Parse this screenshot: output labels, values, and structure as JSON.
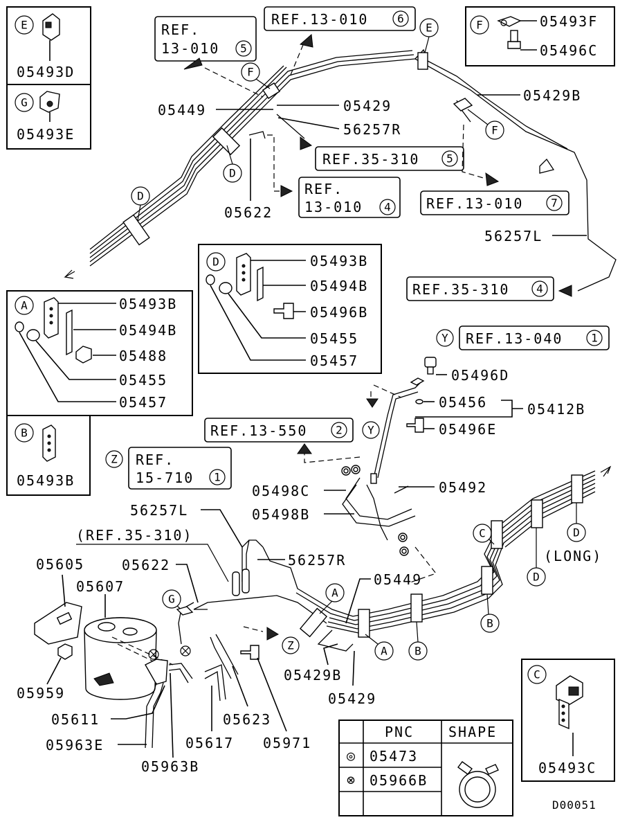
{
  "diagram_id": "D00051",
  "part_labels": {
    "p05493D": "05493D",
    "p05493E": "05493E",
    "p05493F": "05493F",
    "p05496C": "05496C",
    "p05429B_top": "05429B",
    "p05449_top": "05449",
    "p05429_top": "05429",
    "p56257R_top": "56257R",
    "p05622_top": "05622",
    "p56257L_top": "56257L",
    "p05493B_D": "05493B",
    "p05494B_D": "05494B",
    "p05496B": "05496B",
    "p05455_D": "05455",
    "p05457_D": "05457",
    "p05493B_A": "05493B",
    "p05494B_A": "05494B",
    "p05488": "05488",
    "p05455_A": "05455",
    "p05457_A": "05457",
    "p05493B_B": "05493B",
    "p05496D": "05496D",
    "p05456": "05456",
    "p05412B": "05412B",
    "p05496E": "05496E",
    "p05492": "05492",
    "p05498C": "05498C",
    "p05498B": "05498B",
    "p56257L_mid": "56257L",
    "p56257R_mid": "56257R",
    "p05605": "05605",
    "p05607": "05607",
    "p05622_bot": "05622",
    "p05449_bot": "05449",
    "p05959": "05959",
    "p05611": "05611",
    "p05963E": "05963E",
    "p05963B": "05963B",
    "p05617": "05617",
    "p05623": "05623",
    "p05971": "05971",
    "p05429B_bot": "05429B",
    "p05429_bot": "05429",
    "p05493C": "05493C",
    "long": "(LONG)"
  },
  "refs": {
    "ref_13_010_5_a": "REF.",
    "ref_13_010_5_b": "13-010",
    "ref_13_010_5_n": "5",
    "ref_13_010_6": "REF.13-010",
    "ref_13_010_6_n": "6",
    "ref_35_310_5": "REF.35-310",
    "ref_35_310_5_n": "5",
    "ref_13_010_4_a": "REF.",
    "ref_13_010_4_b": "13-010",
    "ref_13_010_4_n": "4",
    "ref_13_010_7": "REF.13-010",
    "ref_13_010_7_n": "7",
    "ref_35_310_4": "REF.35-310",
    "ref_35_310_4_n": "4",
    "ref_13_040_1": "REF.13-040",
    "ref_13_040_1_n": "1",
    "ref_13_550_2": "REF.13-550",
    "ref_13_550_2_n": "2",
    "ref_15_710_1_a": "REF.",
    "ref_15_710_1_b": "15-710",
    "ref_15_710_1_n": "1",
    "ref_35_310_plain": "(REF.35-310)"
  },
  "callouts": {
    "A": "A",
    "B": "B",
    "C": "C",
    "D": "D",
    "E": "E",
    "F": "F",
    "G": "G",
    "Y": "Y",
    "Z": "Z"
  },
  "pnc_table": {
    "header_pnc": "PNC",
    "header_shape": "SHAPE",
    "rows": [
      {
        "symbol": "◎",
        "pnc": "05473"
      },
      {
        "symbol": "⊗",
        "pnc": "05966B"
      }
    ]
  }
}
